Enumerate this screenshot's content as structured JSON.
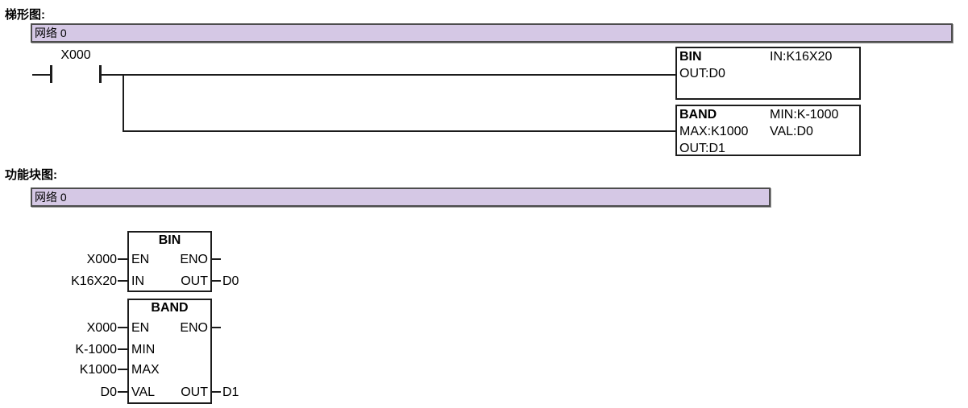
{
  "colors": {
    "network-fill": "#d5c8e5",
    "network-border": "#4d4d4d",
    "network-shadow": "#9a9a9a",
    "wire": "#1c1c1c",
    "block-border": "#1c1c1c",
    "text": "#000000"
  },
  "ladder": {
    "section_label": "梯形图:",
    "network_title": "网络 0",
    "contact_label": "X000",
    "bin_block": {
      "title": "BIN",
      "in_param": "IN:K16X20",
      "out_param": "OUT:D0"
    },
    "band_block": {
      "title": "BAND",
      "min_param": "MIN:K-1000",
      "max_param": "MAX:K1000",
      "val_param": "VAL:D0",
      "out_param": "OUT:D1"
    }
  },
  "fbd": {
    "section_label": "功能块图:",
    "network_title": "网络 0",
    "bin_block": {
      "title": "BIN",
      "left_pins": [
        {
          "operand": "X000",
          "pin": "EN"
        },
        {
          "operand": "K16X20",
          "pin": "IN"
        }
      ],
      "right_pins": [
        {
          "pin": "ENO",
          "operand": ""
        },
        {
          "pin": "OUT",
          "operand": "D0"
        }
      ]
    },
    "band_block": {
      "title": "BAND",
      "left_pins": [
        {
          "operand": "X000",
          "pin": "EN"
        },
        {
          "operand": "K-1000",
          "pin": "MIN"
        },
        {
          "operand": "K1000",
          "pin": "MAX"
        },
        {
          "operand": "D0",
          "pin": "VAL"
        }
      ],
      "right_pins": [
        {
          "pin": "ENO",
          "operand": ""
        },
        {
          "pin": "OUT",
          "operand": "D1"
        }
      ]
    }
  }
}
